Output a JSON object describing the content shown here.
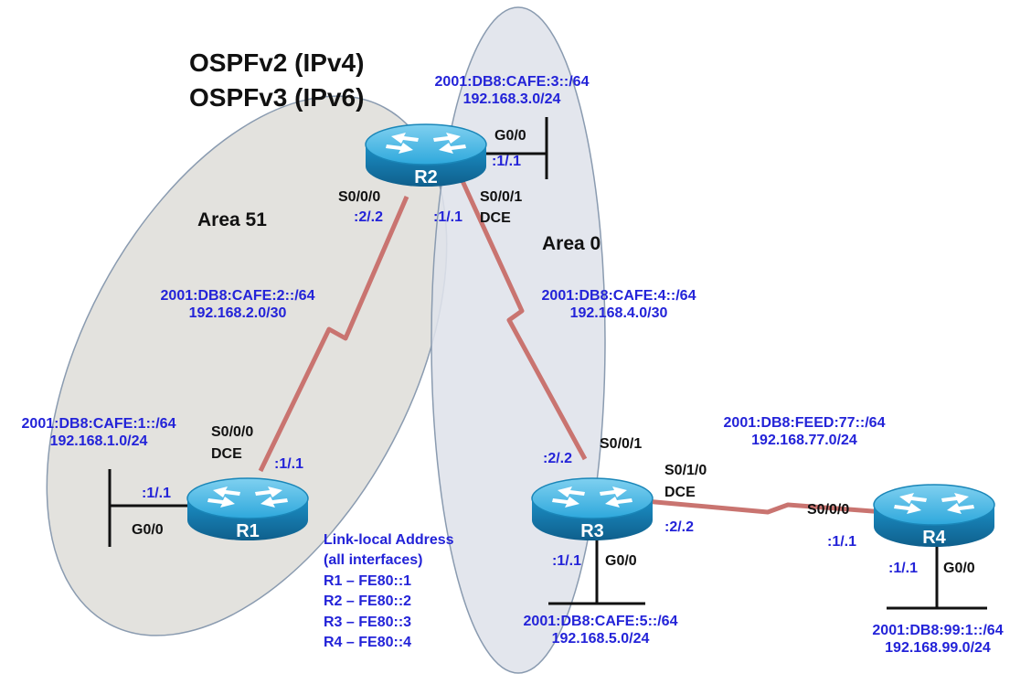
{
  "title": {
    "line1": "OSPFv2 (IPv4)",
    "line2": "OSPFv3 (IPv6)"
  },
  "areas": {
    "area51": "Area 51",
    "area0": "Area 0"
  },
  "colors": {
    "area_fill": "#e3e2de",
    "area0_fill": "#dfe3ea",
    "link": "#c97470",
    "router_body": "#1a9cd6",
    "address_text": "#2323d8"
  },
  "routers": {
    "r1": "R1",
    "r2": "R2",
    "r3": "R3",
    "r4": "R4"
  },
  "networks": {
    "r2_lan": {
      "ipv6": "2001:DB8:CAFE:3::/64",
      "ipv4": "192.168.3.0/24"
    },
    "r1_r2": {
      "ipv6": "2001:DB8:CAFE:2::/64",
      "ipv4": "192.168.2.0/30"
    },
    "r2_r3": {
      "ipv6": "2001:DB8:CAFE:4::/64",
      "ipv4": "192.168.4.0/30"
    },
    "r1_lan": {
      "ipv6": "2001:DB8:CAFE:1::/64",
      "ipv4": "192.168.1.0/24"
    },
    "r3_r4": {
      "ipv6": "2001:DB8:FEED:77::/64",
      "ipv4": "192.168.77.0/24"
    },
    "r3_lan": {
      "ipv6": "2001:DB8:CAFE:5::/64",
      "ipv4": "192.168.5.0/24"
    },
    "r4_lan": {
      "ipv6": "2001:DB8:99:1::/64",
      "ipv4": "192.168.99.0/24"
    }
  },
  "interfaces": {
    "r2_g00": {
      "name": "G0/0",
      "host": ":1/.1"
    },
    "r2_s000": {
      "name": "S0/0/0",
      "host": ":2/.2"
    },
    "r2_s001": {
      "name": "S0/0/1",
      "dce": "DCE",
      "host": ":1/.1"
    },
    "r1_s000": {
      "name": "S0/0/0",
      "dce": "DCE",
      "host": ":1/.1"
    },
    "r1_g00": {
      "name": "G0/0",
      "host": ":1/.1"
    },
    "r3_s001": {
      "name": "S0/0/1",
      "host": ":2/.2"
    },
    "r3_s010": {
      "name": "S0/1/0",
      "dce": "DCE",
      "host": ":2/.2"
    },
    "r3_g00": {
      "name": "G0/0",
      "host": ":1/.1"
    },
    "r4_s000": {
      "name": "S0/0/0",
      "host": ":1/.1"
    },
    "r4_g00": {
      "name": "G0/0",
      "host": ":1/.1"
    }
  },
  "link_local": {
    "heading1": "Link-local Address",
    "heading2": "(all interfaces)",
    "r1": "R1 – FE80::1",
    "r2": "R2 – FE80::2",
    "r3": "R3 – FE80::3",
    "r4": "R4 – FE80::4"
  }
}
